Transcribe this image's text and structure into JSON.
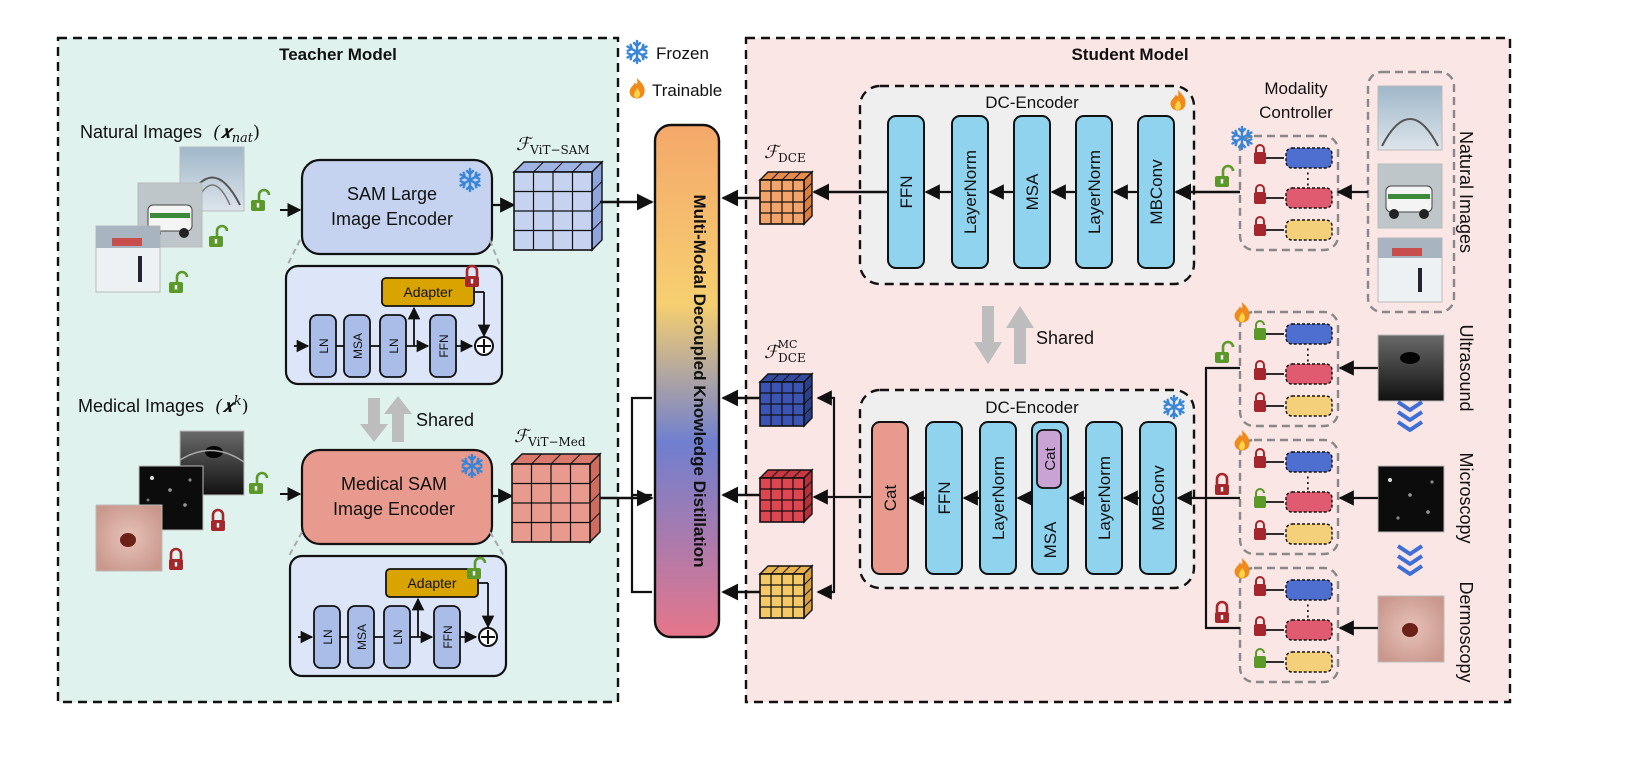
{
  "legend": {
    "frozen": "Frozen",
    "trainable": "Trainable"
  },
  "teacher": {
    "title": "Teacher Model",
    "natural_label": "Natural Images",
    "natural_symbol": "(𝒙",
    "natural_sub": "nat",
    "medical_label": "Medical Images",
    "medical_symbol": "(𝒙",
    "medical_sup": "k",
    "sam_encoder": [
      "SAM Large",
      "Image Encoder"
    ],
    "med_encoder": [
      "Medical SAM",
      "Image Encoder"
    ],
    "adapter": "Adapter",
    "ln": "LN",
    "msa": "MSA",
    "ffn": "FFN",
    "shared": "Shared",
    "feat_vit_sam": "ViT−SAM",
    "feat_vit_med": "ViT−Med",
    "feat_symbol": "ℱ"
  },
  "center": {
    "mmkd": "Multi-Modal Decoupled Knowledge Distillation"
  },
  "student": {
    "title": "Student Model",
    "dc_encoder": "DC-Encoder",
    "blocks_top": [
      "FFN",
      "LayerNorm",
      "MSA",
      "LayerNorm",
      "MBConv"
    ],
    "blocks_bottom": [
      "Cat",
      "FFN",
      "LayerNorm",
      "MSA",
      "LayerNorm",
      "MBConv"
    ],
    "cat": "Cat",
    "shared": "Shared",
    "modality_controller": [
      "Modality",
      "Controller"
    ],
    "feat_dce": "DCE",
    "feat_dce_mc_sup": "MC",
    "dots": "⋮",
    "modalities": [
      "Natural Images",
      "Ultrasound",
      "Microscopy",
      "Dermoscopy"
    ]
  },
  "colors": {
    "teacher_bg": "#dff2ee",
    "student_bg": "#fbe6e6",
    "sam_blue": "#c5d3f0",
    "med_red": "#e89a8e",
    "block_cyan": "#8fd3ee",
    "adapter_gold": "#d9a400",
    "lock_green": "#5b9a2a",
    "lock_red": "#a5262b",
    "slot_blue": "#4f6fd0",
    "slot_red": "#e05a70",
    "slot_yellow": "#f5d07a"
  }
}
